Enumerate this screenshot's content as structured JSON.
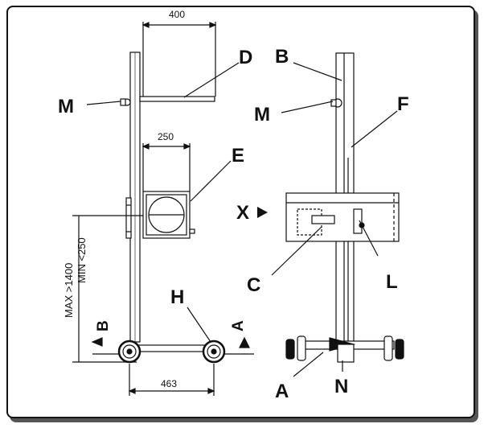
{
  "labels": {
    "A": "A",
    "B": "B",
    "C": "C",
    "D": "D",
    "E": "E",
    "F": "F",
    "H": "H",
    "L": "L",
    "M": "M",
    "N": "N",
    "X": "X"
  },
  "dimensions": {
    "d400": "400",
    "d250": "250",
    "d463": "463",
    "max": "MAX >1400",
    "min": "MIN <250"
  },
  "markers": {
    "B_side": "B",
    "A_side": "A"
  }
}
